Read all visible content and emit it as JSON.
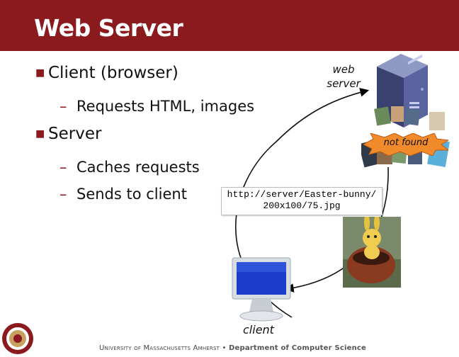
{
  "slide": {
    "title": "Web Server",
    "bullets": [
      {
        "text": "Client (browser)",
        "subs": [
          "Requests HTML, images"
        ]
      },
      {
        "text": "Server",
        "subs": [
          "Caches requests",
          "Sends to client"
        ]
      }
    ]
  },
  "diagram": {
    "server_label_line1": "web",
    "server_label_line2": "server",
    "not_found_label": "not found",
    "url_line1": "http://server/Easter-bunny/",
    "url_line2": "200x100/75.jpg",
    "client_label": "client"
  },
  "footer": {
    "university": "University of Massachusetts Amherst",
    "separator": "•",
    "department": "Department of Computer Science"
  },
  "colors": {
    "title_bar": "#8b1a1f",
    "accent": "#8b1a1f"
  },
  "icons": [
    "server-icon",
    "monitor-icon",
    "bunny-image",
    "thumbnail-collage",
    "umass-seal"
  ]
}
